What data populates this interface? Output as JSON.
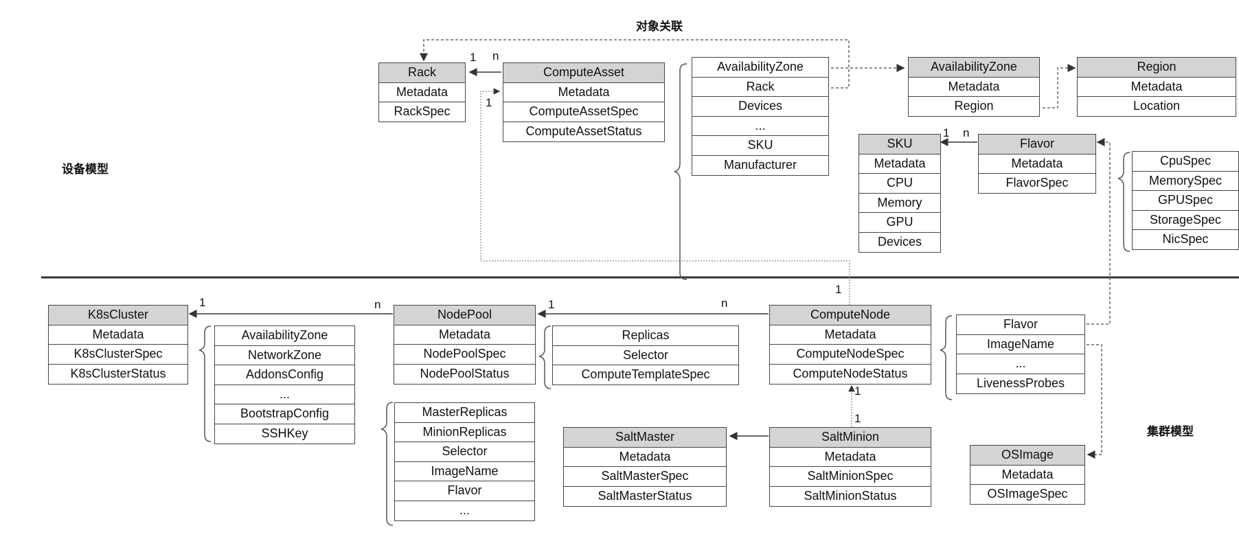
{
  "labels": {
    "title": "对象关联",
    "device_model": "设备模型",
    "cluster_model": "集群模型"
  },
  "boxes": [
    {
      "id": "rack",
      "rows": [
        "Rack",
        "Metadata",
        "RackSpec"
      ]
    },
    {
      "id": "computeasset",
      "rows": [
        "ComputeAsset",
        "Metadata",
        "ComputeAssetSpec",
        "ComputeAssetStatus"
      ]
    },
    {
      "id": "asset-spec",
      "rows": [
        "AvailabilityZone",
        "Rack",
        "Devices",
        "...",
        "SKU",
        "Manufacturer"
      ]
    },
    {
      "id": "az",
      "rows": [
        "AvailabilityZone",
        "Metadata",
        "Region"
      ]
    },
    {
      "id": "region",
      "rows": [
        "Region",
        "Metadata",
        "Location"
      ]
    },
    {
      "id": "sku",
      "rows": [
        "SKU",
        "Metadata",
        "CPU",
        "Memory",
        "GPU",
        "Devices"
      ]
    },
    {
      "id": "flavor",
      "rows": [
        "Flavor",
        "Metadata",
        "FlavorSpec"
      ]
    },
    {
      "id": "flavor-spec",
      "rows": [
        "CpuSpec",
        "MemorySpec",
        "GPUSpec",
        "StorageSpec",
        "NicSpec"
      ]
    },
    {
      "id": "k8scluster",
      "rows": [
        "K8sCluster",
        "Metadata",
        "K8sClusterSpec",
        "K8sClusterStatus"
      ]
    },
    {
      "id": "k8s-spec",
      "rows": [
        "AvailabilityZone",
        "NetworkZone",
        "AddonsConfig",
        "...",
        "BootstrapConfig",
        "SSHKey"
      ]
    },
    {
      "id": "nodepool",
      "rows": [
        "NodePool",
        "Metadata",
        "NodePoolSpec",
        "NodePoolStatus"
      ]
    },
    {
      "id": "nodepool-spec",
      "rows": [
        "Replicas",
        "Selector",
        "ComputeTemplateSpec"
      ]
    },
    {
      "id": "salt-spec",
      "rows": [
        "MasterReplicas",
        "MinionReplicas",
        "Selector",
        "ImageName",
        "Flavor",
        "..."
      ]
    },
    {
      "id": "computenode",
      "rows": [
        "ComputeNode",
        "Metadata",
        "ComputeNodeSpec",
        "ComputeNodeStatus"
      ]
    },
    {
      "id": "computenode-spec",
      "rows": [
        "Flavor",
        "ImageName",
        "...",
        "LivenessProbes"
      ]
    },
    {
      "id": "saltmaster",
      "rows": [
        "SaltMaster",
        "Metadata",
        "SaltMasterSpec",
        "SaltMasterStatus"
      ]
    },
    {
      "id": "saltminion",
      "rows": [
        "SaltMinion",
        "Metadata",
        "SaltMinionSpec",
        "SaltMinionStatus"
      ]
    },
    {
      "id": "osimage",
      "rows": [
        "OSImage",
        "Metadata",
        "OSImageSpec"
      ]
    }
  ],
  "multiplicities": {
    "rack_1": "1",
    "asset_n": "n",
    "asset_1": "1",
    "sku_1": "1",
    "flavor_n": "n",
    "k8s_1": "1",
    "pool_n": "n",
    "pool_1": "1",
    "node_n": "n",
    "node_1": "1",
    "node_1b": "1",
    "minion_1": "1"
  }
}
